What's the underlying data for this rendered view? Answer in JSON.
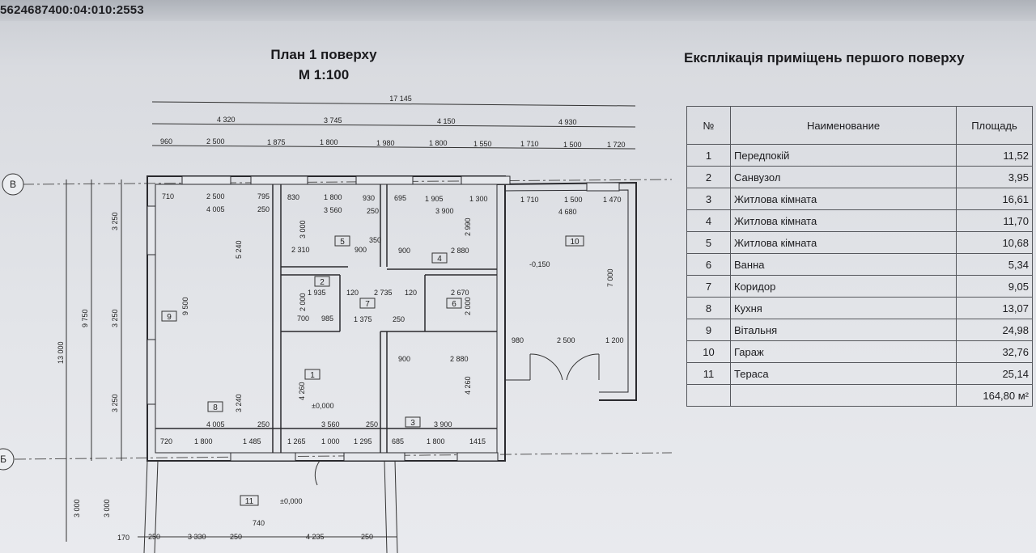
{
  "parcel_number": "5624687400:04:010:2553",
  "plan": {
    "title": "План 1 поверху",
    "scale": "М 1:100",
    "axis_b": "В",
    "axis_bb": "Б",
    "overall_dims": [
      "17 145"
    ],
    "top_dims_row2": [
      "4 320",
      "3 745",
      "4 150",
      "4 930"
    ],
    "top_dims_row3": [
      "960",
      "2 500",
      "1 875",
      "1 800",
      "1 980",
      "1 800",
      "1 550",
      "1 710",
      "1 500",
      "1 720"
    ],
    "left_dims": [
      "13 000",
      "9 750",
      "3 250",
      "3 250",
      "3 250",
      "3 000",
      "3 000"
    ],
    "rooms": {
      "r1": "1",
      "r2": "2",
      "r3": "3",
      "r4": "4",
      "r5": "5",
      "r6": "6",
      "r7": "7",
      "r8": "8",
      "r9": "9",
      "r10": "10",
      "r11": "11"
    },
    "levels": {
      "zero": "±0,000",
      "garage": "-0,150",
      "terrace": "±0,000"
    },
    "inner_dims": [
      "710",
      "2 500",
      "795",
      "830",
      "1 800",
      "930",
      "695",
      "1 905",
      "1 300",
      "1 710",
      "1 500",
      "1 470",
      "4 005",
      "250",
      "3 560",
      "250",
      "3 900",
      "4 680",
      "2 310",
      "900",
      "350",
      "900",
      "2 880",
      "1 935",
      "120",
      "2 735",
      "120",
      "2 670",
      "700",
      "985",
      "1 375",
      "250",
      "980",
      "2 500",
      "1 200",
      "900",
      "2 880",
      "4 005",
      "250",
      "3 560",
      "250",
      "3 900",
      "720",
      "1 800",
      "1 485",
      "1 265",
      "1 000",
      "1 295",
      "685",
      "1 800",
      "1415",
      "740",
      "170",
      "250",
      "3 330",
      "250",
      "4 235",
      "250",
      "9 500",
      "5 240",
      "3 240",
      "7 000",
      "4 260",
      "4 260",
      "2 990",
      "3 000",
      "2 000",
      "2 000"
    ]
  },
  "explication": {
    "title": "Експлікація приміщень першого поверху",
    "headers": {
      "no": "№",
      "name": "Наименование",
      "area": "Площадь"
    },
    "rows": [
      {
        "no": "1",
        "name": "Передпокій",
        "area": "11,52"
      },
      {
        "no": "2",
        "name": "Санвузол",
        "area": "3,95"
      },
      {
        "no": "3",
        "name": "Житлова кімната",
        "area": "16,61"
      },
      {
        "no": "4",
        "name": "Житлова кімната",
        "area": "11,70"
      },
      {
        "no": "5",
        "name": "Житлова кімната",
        "area": "10,68"
      },
      {
        "no": "6",
        "name": "Ванна",
        "area": "5,34"
      },
      {
        "no": "7",
        "name": "Коридор",
        "area": "9,05"
      },
      {
        "no": "8",
        "name": "Кухня",
        "area": "13,07"
      },
      {
        "no": "9",
        "name": "Вітальня",
        "area": "24,98"
      },
      {
        "no": "10",
        "name": "Гараж",
        "area": "32,76"
      },
      {
        "no": "11",
        "name": "Тераса",
        "area": "25,14"
      }
    ],
    "total": "164,80 м²"
  }
}
